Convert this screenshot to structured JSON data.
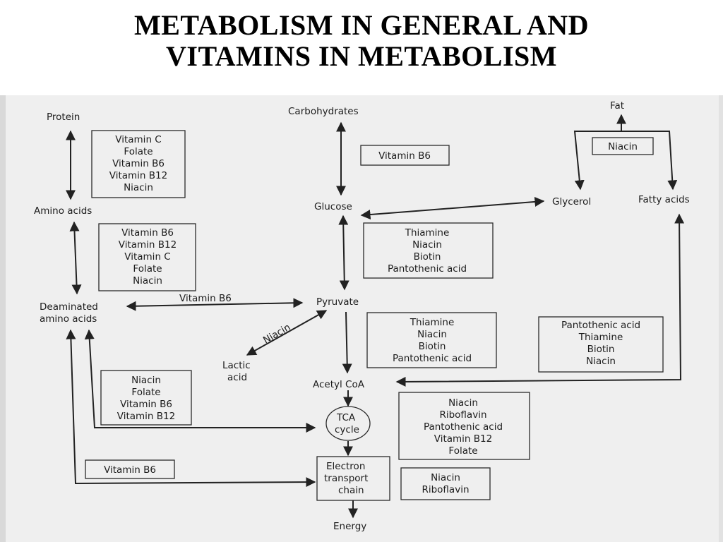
{
  "title": {
    "line1": "METABOLISM IN GENERAL AND",
    "line2": "VITAMINS IN METABOLISM"
  },
  "nodes": {
    "protein": "Protein",
    "amino_acids": "Amino acids",
    "deaminated_1": "Deaminated",
    "deaminated_2": "amino acids",
    "carbohydrates": "Carbohydrates",
    "glucose": "Glucose",
    "pyruvate": "Pyruvate",
    "lactic_1": "Lactic",
    "lactic_2": "acid",
    "acetyl_coa": "Acetyl CoA",
    "tca_1": "TCA",
    "tca_2": "cycle",
    "etc_1": "Electron",
    "etc_2": "transport",
    "etc_3": "chain",
    "energy": "Energy",
    "fat": "Fat",
    "glycerol": "Glycerol",
    "fatty_acids": "Fatty acids"
  },
  "edge_labels": {
    "niacin_lactic": "Niacin",
    "b6_deam_pyruvate": "Vitamin B6"
  },
  "boxes": {
    "protein_amino": [
      "Vitamin C",
      "Folate",
      "Vitamin B6",
      "Vitamin B12",
      "Niacin"
    ],
    "amino_deaminated": [
      "Vitamin B6",
      "Vitamin B12",
      "Vitamin C",
      "Folate",
      "Niacin"
    ],
    "deaminated_tca": [
      "Niacin",
      "Folate",
      "Vitamin B6",
      "Vitamin B12"
    ],
    "deaminated_etc": [
      "Vitamin B6"
    ],
    "carb_glucose": [
      "Vitamin B6"
    ],
    "glucose_pyruvate": [
      "Thiamine",
      "Niacin",
      "Biotin",
      "Pantothenic acid"
    ],
    "pyruvate_acetyl": [
      "Thiamine",
      "Niacin",
      "Biotin",
      "Pantothenic acid"
    ],
    "tca": [
      "Niacin",
      "Riboflavin",
      "Pantothenic acid",
      "Vitamin B12",
      "Folate"
    ],
    "etc": [
      "Niacin",
      "Riboflavin"
    ],
    "fat": [
      "Niacin"
    ],
    "fatty_acetyl": [
      "Pantothenic acid",
      "Thiamine",
      "Biotin",
      "Niacin"
    ]
  }
}
